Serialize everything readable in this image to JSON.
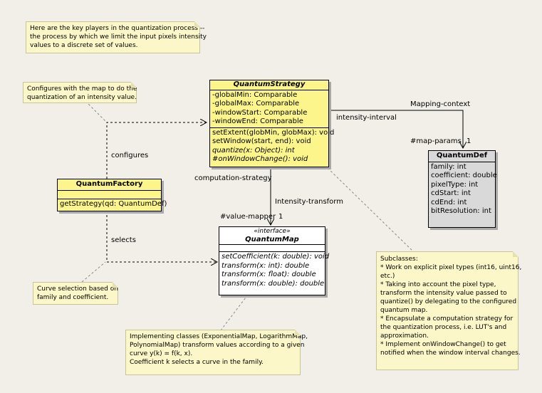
{
  "notes": {
    "intro": [
      "Here are the key players in the quantization process --",
      "the process by which we limit the input pixels intensity",
      "values to a discrete set of values."
    ],
    "configures_note": [
      "Configures with the map to do the",
      "quantization of an intensity value."
    ],
    "selection_note": [
      "Curve selection based on",
      "family and coefficient."
    ],
    "impl_note": [
      "Implementing classes (ExponentialMap, LogarithmMap,",
      "PolynomialMap) transform values according to a given",
      "curve y(k) = f(k, x).",
      "Coefficient k selects a curve in the family."
    ],
    "subclasses_note": [
      "Subclasses:",
      "* Work on explicit pixel types (int16, uint16,",
      "   etc.)",
      "* Taking into account the pixel type,",
      "   transform the intensity value passed to",
      "   quantize() by delegating to the configured",
      "   quantum map.",
      "* Encapsulate a computation strategy for",
      "   the quantization process, i.e. LUT's and",
      "   approximation.",
      "* Implement onWindowChange() to get",
      "   notified when the window interval changes."
    ]
  },
  "classes": {
    "quantum_strategy": {
      "name": "QuantumStrategy",
      "attributes": [
        "-globalMin: Comparable",
        "-globalMax: Comparable",
        "-windowStart: Comparable",
        "-windowEnd: Comparable"
      ],
      "operations": [
        "setExtent(globMin, globMax): void",
        "setWindow(start, end): void",
        "quantize(x: Object): int",
        "#onWindowChange(): void"
      ]
    },
    "quantum_factory": {
      "name": "QuantumFactory",
      "operations": [
        "getStrategy(qd: QuantumDef)"
      ]
    },
    "quantum_def": {
      "name": "QuantumDef",
      "attributes": [
        "family: int",
        "coefficient: double",
        "pixelType: int",
        "cdStart: int",
        "cdEnd: int",
        "bitResolution: int"
      ]
    },
    "quantum_map": {
      "stereotype": "«interface»",
      "name": "QuantumMap",
      "operations": [
        "setCoefficient(k: double): void",
        "transform(x: int): double",
        "transform(x: float): double",
        "transform(x: double): double"
      ]
    }
  },
  "labels": {
    "configures": "configures",
    "selects": "selects",
    "intensity_interval": "intensity-interval",
    "mapping_context": "Mapping-context",
    "map_params": "#map-params",
    "map_params_mult": "1",
    "computation_strategy": "computation-strategy",
    "intensity_transform": "Intensity-transform",
    "value_mapper": "#value-mapper",
    "value_mapper_mult": "1"
  },
  "colors": {
    "background": "#f1efe8",
    "note_fill": "#fbf7c8",
    "class_yellow": "#fbf58c",
    "class_white": "#ffffff",
    "class_gray": "#d9d9d9"
  }
}
